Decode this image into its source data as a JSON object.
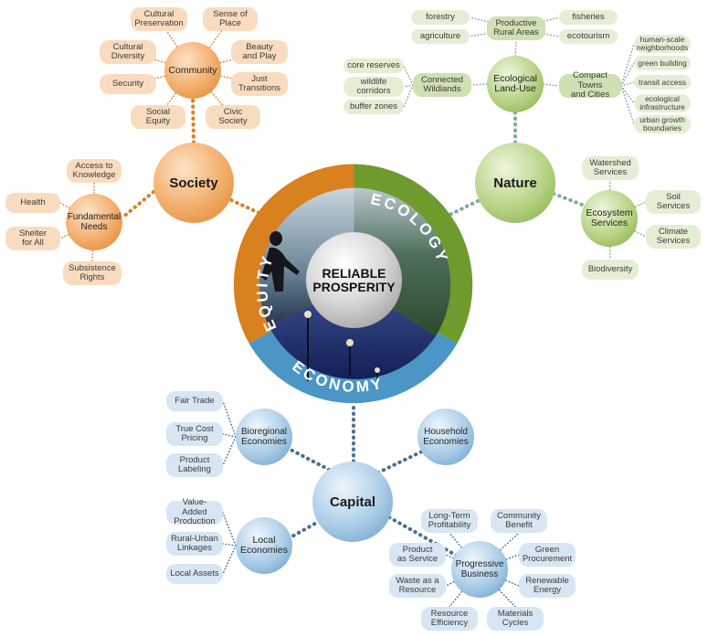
{
  "colors": {
    "equity": "#d9801f",
    "ecology": "#6f9a2e",
    "economy": "#4b96c6",
    "link_orange": "#d9801f",
    "link_green": "#7fab9a",
    "link_blue": "#4b6f92"
  },
  "center": {
    "label": "RELIABLE\nPROSPERITY",
    "arcs": {
      "equity": "EQUITY",
      "ecology": "ECOLOGY",
      "economy": "ECONOMY"
    }
  },
  "society": {
    "label": "Society",
    "community": {
      "label": "Community",
      "items": [
        "Cultural\nPreservation",
        "Sense of\nPlace",
        "Cultural\nDiversity",
        "Beauty\nand Play",
        "Security",
        "Just\nTransitions",
        "Social\nEquity",
        "Civic\nSociety"
      ]
    },
    "needs": {
      "label": "Fundamental\nNeeds",
      "items": [
        "Access to\nKnowledge",
        "Health",
        "Shelter\nfor All",
        "Subsistence\nRights"
      ]
    }
  },
  "nature": {
    "label": "Nature",
    "land_use": {
      "label": "Ecological\nLand-Use"
    },
    "rural": {
      "label": "Productive\nRural Areas",
      "items": [
        "forestry",
        "agriculture",
        "fisheries",
        "ecotourism"
      ]
    },
    "wildlands": {
      "label": "Connected\nWildlands",
      "items": [
        "core reserves",
        "wildlife\ncorridors",
        "buffer zones"
      ]
    },
    "towns": {
      "label": "Compact Towns\nand Cities",
      "items": [
        "human-scale\nneighborhoods",
        "green building",
        "transit access",
        "ecological\ninfrastructure",
        "urban growth\nboundaries"
      ]
    },
    "ecosystem": {
      "label": "Ecosystem\nServices",
      "items": [
        "Watershed\nServices",
        "Soil\nServices",
        "Climate\nServices",
        "Biodiversity"
      ]
    }
  },
  "capital": {
    "label": "Capital",
    "bioregional": {
      "label": "Bioregional\nEconomies",
      "items": [
        "Fair Trade",
        "True Cost\nPricing",
        "Product\nLabeling"
      ]
    },
    "household": {
      "label": "Household\nEconomies"
    },
    "local": {
      "label": "Local\nEconomies",
      "items": [
        "Value-Added\nProduction",
        "Rural-Urban\nLinkages",
        "Local Assets"
      ]
    },
    "business": {
      "label": "Progressive\nBusiness",
      "items": [
        "Long-Term\nProfitability",
        "Community\nBenefit",
        "Product\nas Service",
        "Green\nProcurement",
        "Waste as a\nResource",
        "Renewable\nEnergy",
        "Resource\nEfficiency",
        "Materials\nCycles"
      ]
    }
  }
}
